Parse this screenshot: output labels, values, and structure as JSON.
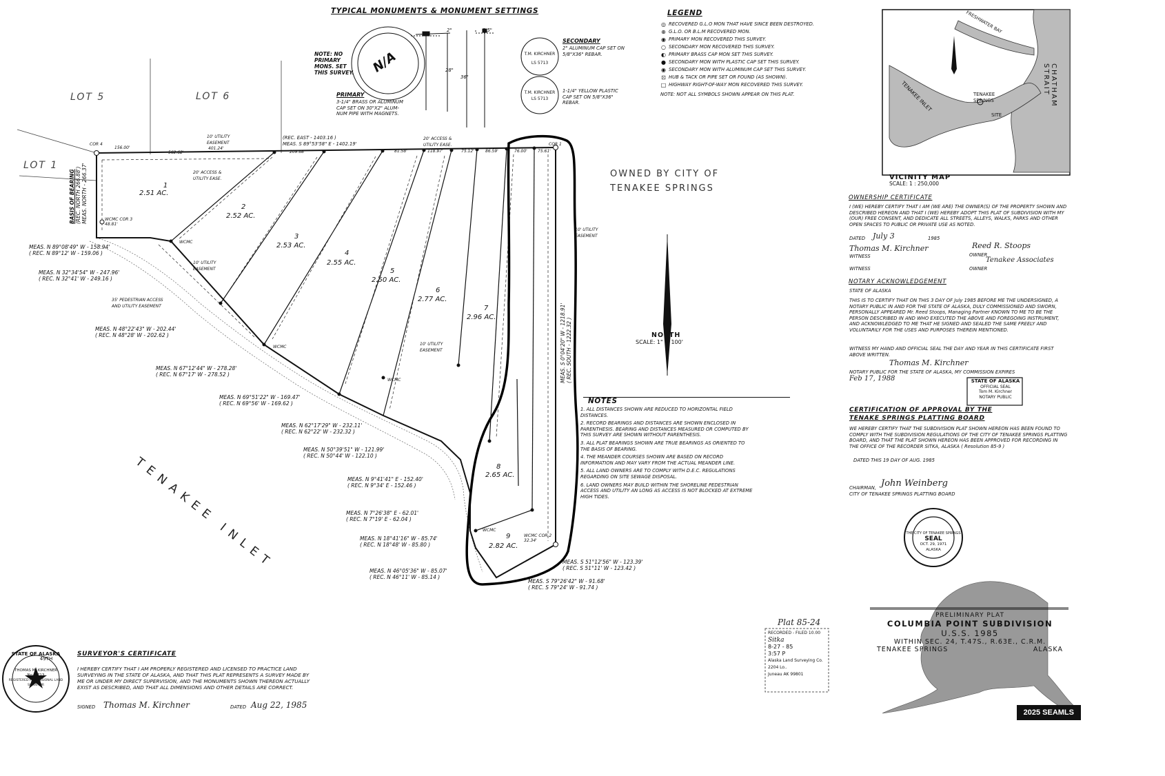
{
  "monuments": {
    "title": "TYPICAL MONUMENTS & MONUMENT SETTINGS",
    "note": [
      "NOTE: NO",
      "PRIMARY",
      "MONS. SET",
      "THIS SURVEY."
    ],
    "cap_text": "N/A",
    "primary_title": "PRIMARY",
    "primary_desc": [
      "3-1/4\" BRASS OR ALUMINUM",
      "CAP SET ON 30\"X2\" ALUM-",
      "NUM PIPE WITH MAGNETS."
    ],
    "secondary_title": "SECONDARY",
    "secondary_desc1": [
      "2\" ALUMINUM CAP SET ON",
      "5/8\"X36\" REBAR."
    ],
    "secondary_desc2": [
      "1-1/4\" YELLOW PLASTIC",
      "CAP SET ON 5/8\"X36\"",
      "REBAR."
    ],
    "cap1": [
      "T.M. KIRCHNER",
      "LS 5713"
    ],
    "cap2": [
      "T.M. KIRCHNER",
      "LS 5713"
    ],
    "dim_2": "2\"",
    "dim_25": "2.5\"",
    "dim_28": "28\"",
    "dim_36": "36\""
  },
  "legend": {
    "title": "LEGEND",
    "items": [
      "RECOVERED G.L.O MON THAT HAVE SINCE BEEN DESTROYED.",
      "G.L.O. OR B.L.M RECOVERED MON.",
      "PRIMARY MON RECOVERED THIS SURVEY.",
      "SECONDARY MON RECOVERED THIS SURVEY.",
      "PRIMARY BRASS CAP MON SET THIS SURVEY.",
      "SECONDARY MON WITH PLASTIC CAP SET THIS SURVEY.",
      "SECONDARY MON WITH ALUMINUM CAP SET THIS SURVEY.",
      "HUB & TACK OR PIPE SET OR FOUND (AS SHOWN).",
      "HIGHWAY RIGHT-OF-WAY MON RECOVERED THIS SURVEY."
    ],
    "symbols": [
      "◎",
      "⊕",
      "◉",
      "○",
      "◐",
      "●",
      "◉",
      "⊡",
      "□"
    ],
    "note": "NOTE: NOT ALL SYMBOLS SHOWN APPEAR ON THIS PLAT."
  },
  "vicinity": {
    "title": "VICINITY MAP",
    "scale": "SCALE: 1 : 250,000",
    "labels": {
      "freshwater": "FRESHWATER BAY",
      "chatham": "CHATHAM STRAIT",
      "tenakee_inlet": "TENAKEE INLET",
      "town": [
        "TENAKEE",
        "SPRINGS"
      ],
      "site": "SITE"
    }
  },
  "owned_by": [
    "OWNED BY CITY OF",
    "TENAKEE SPRINGS"
  ],
  "north": {
    "label": "NORTH",
    "scale": "SCALE: 1\" = 100'"
  },
  "lots": [
    {
      "num": "1",
      "area": "2.51 AC."
    },
    {
      "num": "2",
      "area": "2.52 AC."
    },
    {
      "num": "3",
      "area": "2.53 AC."
    },
    {
      "num": "4",
      "area": "2.55 AC."
    },
    {
      "num": "5",
      "area": "2.50 AC."
    },
    {
      "num": "6",
      "area": "2.77 AC."
    },
    {
      "num": "7",
      "area": "2.96 AC."
    },
    {
      "num": "8",
      "area": "2.65 AC."
    },
    {
      "num": "9",
      "area": "2.82 AC."
    }
  ],
  "adjacent": {
    "lot5": "LOT 5",
    "lot6": "LOT 6",
    "lot1": "LOT 1"
  },
  "water_label": "TENAKEE INLET",
  "top_line": {
    "rec": "(REC. EAST - 1403.16 )",
    "meas": "MEAS. S 89°53'58\" E - 1402.19'",
    "segments": [
      "156.00'",
      "562.62'",
      "401.24'",
      "209.68'",
      "81.58'",
      "118.97'",
      "75.12'",
      "86.59'",
      "76.00'",
      "75.61'"
    ]
  },
  "corners": {
    "cor4": "COR 4",
    "cor1": "COR 1",
    "cor3": [
      "WCMC COR 3",
      "48.81'"
    ],
    "cor2": [
      "WCMC COR 2",
      "32.34'"
    ]
  },
  "basis": [
    "BASIS OF BEARING",
    "(REC. NORTH 266.88')",
    "MEAS. NORTH - 266.37'"
  ],
  "east_line": {
    "meas": "MEAS. S 0°04'20\" W - 1218.91'",
    "rec": "( REC. SOUTH - 1222.32 )"
  },
  "bearings": [
    {
      "meas": "MEAS. N 89°08'49\" W - 158.94'",
      "rec": "( REC. N 89°12' W - 159.06 )"
    },
    {
      "meas": "MEAS. N 32°34'54\" W - 247.96'",
      "rec": "( REC. N 32°41' W - 249.16 )"
    },
    {
      "meas": "MEAS. N 48°22'43\" W - 202.44'",
      "rec": "( REC. N 48°28' W - 202.62 )"
    },
    {
      "meas": "MEAS. N 67°12'44\" W - 278.28'",
      "rec": "( REC. N 67°17' W - 278.52 )"
    },
    {
      "meas": "MEAS. N 69°51'22\" W - 169.47'",
      "rec": "( REC. N 69°56' W - 169.62 )"
    },
    {
      "meas": "MEAS. N 62°17'29\" W - 232.11'",
      "rec": "( REC. N 62°22' W - 232.32 )"
    },
    {
      "meas": "MEAS. N 50°39'51\" W - 121.99'",
      "rec": "( REC. N 50°44' W - 122.10 )"
    },
    {
      "meas": "MEAS. N 9°41'41\" E - 152.40'",
      "rec": "( REC. N 9°34' E - 152.46 )"
    },
    {
      "meas": "MEAS. N 7°26'38\" E - 62.01'",
      "rec": "( REC. N 7°19' E - 62.04 )"
    },
    {
      "meas": "MEAS. N 18°41'16\" W - 85.74'",
      "rec": "( REC. N 18°48' W - 85.80 )"
    },
    {
      "meas": "MEAS. N 46°05'36\" W - 85.07'",
      "rec": "( REC. N 46°11' W - 85.14 )"
    }
  ],
  "bearings_right": [
    {
      "meas": "MEAS. S 51°12'56\" W - 123.39'",
      "rec": "( REC. S 51°11' W - 123.42 )"
    },
    {
      "meas": "MEAS. S 79°26'42\" W - 91.68'",
      "rec": "( REC. S 79°24' W - 91.74 )"
    }
  ],
  "easements": {
    "util10": "10' UTILITY EASEMENT",
    "access20": "20' ACCESS & UTILITY EASE.",
    "pedestrian": "35' PEDESTRIAN ACCESS AND UTILITY EASEMENT",
    "util10b": "10' UTILITY EASEMENT",
    "wcmc": "WCMC"
  },
  "notes": {
    "title": "NOTES",
    "items": [
      "1. ALL DISTANCES SHOWN ARE REDUCED TO HORIZONTAL FIELD DISTANCES.",
      "2. RECORD BEARINGS AND DISTANCES ARE SHOWN ENCLOSED IN PARENTHESIS. BEARING AND DISTANCES MEASURED OR COMPUTED BY THIS SURVEY ARE SHOWN WITHOUT PARENTHESIS.",
      "3. ALL PLAT BEARINGS SHOWN ARE TRUE BEARINGS AS ORIENTED TO THE BASIS OF BEARING.",
      "4. THE MEANDER COURSES SHOWN ARE BASED ON RECORD INFORMATION AND MAY VARY FROM THE ACTUAL MEANDER LINE.",
      "5. ALL LAND OWNERS ARE TO COMPLY WITH D.E.C. REGULATIONS REGARDING ON SITE SEWAGE DISPOSAL.",
      "6. LAND OWNERS MAY BUILD WITHIN THE SHORELINE PEDESTRIAN ACCESS AND UTILITY AN LONG AS ACCESS IS NOT BLOCKED AT EXTREME HIGH TIDES."
    ]
  },
  "ownership": {
    "title": "OWNERSHIP CERTIFICATE",
    "text": "I (WE) HEREBY CERTIFY THAT I AM (WE ARE) THE OWNER(S) OF THE PROPERTY SHOWN AND DESCRIBED HEREON AND THAT I (WE) HEREBY ADOPT THIS PLAT OF SUBDIVISION WITH MY (OUR) FREE CONSENT, AND DEDICATE ALL STREETS, ALLEYS, WALKS, PARKS AND OTHER OPEN SPACES TO PUBLIC OR PRIVATE USE AS NOTED.",
    "dated": "DATED",
    "dated_val": "July 3",
    "year": "1985",
    "witness": "WITNESS",
    "owner": "OWNER",
    "sig_witness": "Thomas M. Kirchner",
    "sig_owner": "Reed R. Stoops",
    "sig_assoc": "Tenakee Associates"
  },
  "notary": {
    "title": "NOTARY ACKNOWLEDGEMENT",
    "state": "STATE OF ALASKA",
    "text": "THIS IS TO CERTIFY THAT ON THIS 3 DAY OF July 1985 BEFORE ME THE UNDERSIGNED, A NOTARY PUBLIC IN AND FOR THE STATE OF ALASKA, DULY COMMISSIONED AND SWORN, PERSONALLY APPEARED Mr. Reed Stoops, Managing Partner KNOWN TO ME TO BE THE PERSON DESCRIBED IN AND WHO EXECUTED THE ABOVE AND FOREGOING INSTRUMENT, AND ACKNOWLEDGED TO ME THAT HE SIGNED AND SEALED THE SAME FREELY AND VOLUNTARILY FOR THE USES AND PURPOSES THEREIN MENTIONED.",
    "witness_text": "WITNESS MY HAND AND OFFICIAL SEAL THE DAY AND YEAR IN THIS CERTIFICATE FIRST ABOVE WRITTEN.",
    "signature": "Thomas M. Kirchner",
    "expires": "NOTARY PUBLIC FOR THE STATE OF ALASKA, MY COMMISSION EXPIRES",
    "expires_val": "Feb 17, 1988",
    "stamp": [
      "STATE OF ALASKA",
      "OFFICIAL SEAL",
      "Tom M. Kirchner",
      "NOTARY PUBLIC"
    ]
  },
  "approval": {
    "title1": "CERTIFICATION OF APPROVAL BY THE",
    "title2": "TENAKE SPRINGS PLATTING BOARD",
    "text": "WE HEREBY CERTIFY THAT THE SUBDIVISION PLAT SHOWN HEREON HAS BEEN FOUND TO COMPLY WITH THE SUBDIVISION REGULATIONS OF THE CITY OF TENAKEE SPRINGS PLATTING BOARD, AND THAT THE PLAT SHOWN HEREON HAS BEEN APPROVED FOR RECORDING IN THE OFFICE OF THE RECORDER SITKA, ALASKA ( Resolution 85-9 )",
    "dated": "DATED THIS 19 DAY OF AUG. 1985",
    "chairman": "CHAIRMAN,",
    "chairman_sig": "John Weinberg",
    "board": "CITY OF TENAKEE SPRINGS PLATTING BOARD"
  },
  "seal_city": [
    "THE CITY OF TENAKEE SPRINGS",
    "SEAL",
    "OCT. 29, 1971",
    "ALASKA"
  ],
  "seal_surveyor": [
    "STATE OF ALASKA",
    "49TH",
    "THOMAS M. KIRCHNER",
    "No. 5713",
    "REGISTERED PROFESSIONAL LAND SURVEYOR"
  ],
  "surveyor": {
    "title": "SURVEYOR'S CERTIFICATE",
    "text": "I HEREBY CERTIFY THAT I AM PROPERLY REGISTERED AND LICENSED TO PRACTICE LAND SURVEYING IN THE STATE OF ALASKA, AND THAT THIS PLAT REPRESENTS A SURVEY MADE BY ME OR UNDER MY DIRECT SUPERVISION, AND THE MONUMENTS SHOWN THEREON ACTUALLY EXIST AS DESCRIBED, AND THAT ALL DIMENSIONS AND OTHER DETAILS ARE CORRECT.",
    "signed": "SIGNED",
    "signature": "Thomas M. Kirchner",
    "dated": "DATED",
    "date_val": "Aug 22, 1985"
  },
  "recording": {
    "plat": "Plat 85-24",
    "filed": "RECORDED - FILED 10.00",
    "district": "Sitka",
    "date": "8-27 - 85",
    "time": "3:57 P",
    "requested": "Alaska Land Surveying Co.",
    "addr1": "2204 Lo..",
    "addr2": "Juneau AK 99801"
  },
  "title_block": {
    "line1": "PRELIMINARY PLAT",
    "line2": "COLUMBIA POINT SUBDIVISION",
    "line3": "U.S.S. 1985",
    "line4a": "WITHIN SEC. 24, T.47S., R.63E., C.R.M.",
    "line5a": "TENAKEE SPRINGS",
    "line5b": "ALASKA"
  },
  "watermark": "2025 SEAMLS"
}
